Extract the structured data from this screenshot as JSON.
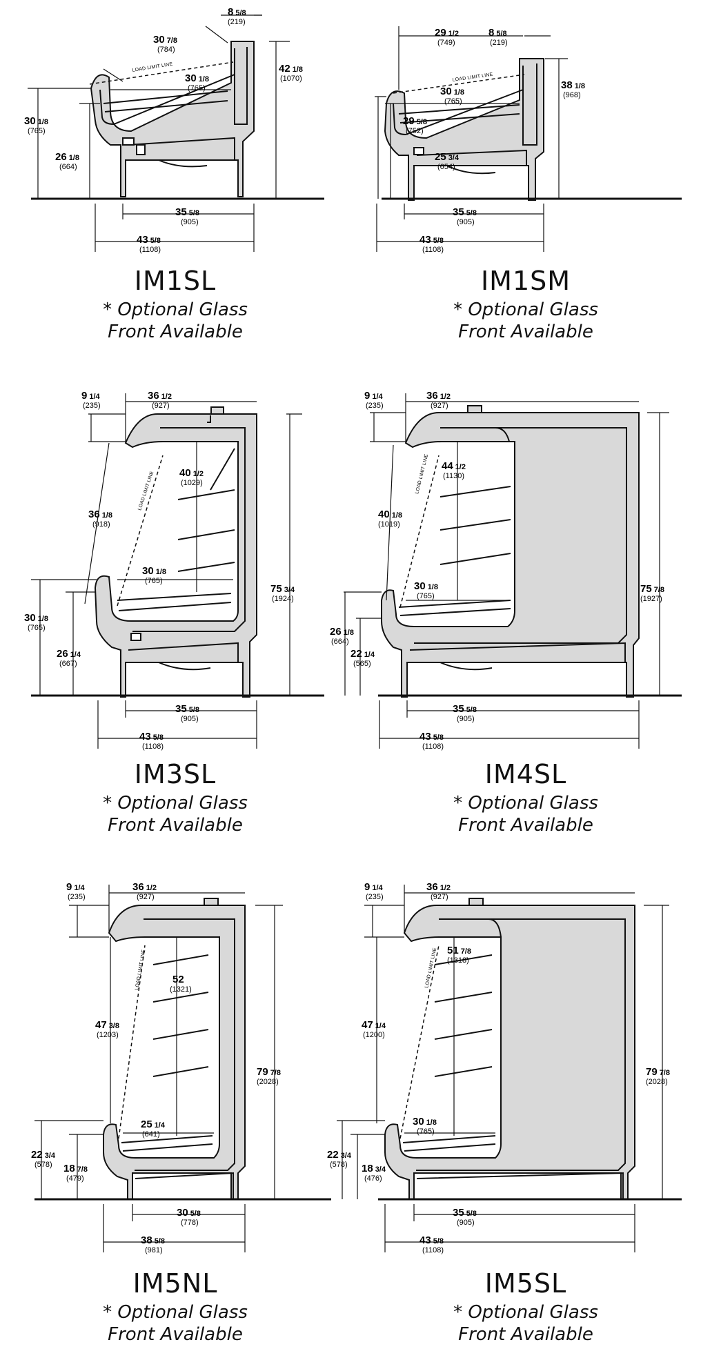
{
  "colors": {
    "case_fill": "#d9d9d9",
    "line": "#111111",
    "background": "#ffffff"
  },
  "panels": [
    {
      "model": "IM1SL",
      "note_line1": "* Optional Glass",
      "note_line2": "Front Available",
      "load_limit": "LOAD LIMIT LINE",
      "dims": [
        {
          "whole": "8",
          "frac": "5/8",
          "mm": "(219)"
        },
        {
          "whole": "30",
          "frac": "7/8",
          "mm": "(784)"
        },
        {
          "whole": "42",
          "frac": "1/8",
          "mm": "(1070)"
        },
        {
          "whole": "30",
          "frac": "1/8",
          "mm": "(765)"
        },
        {
          "whole": "30",
          "frac": "1/8",
          "mm": "(765)"
        },
        {
          "whole": "26",
          "frac": "1/8",
          "mm": "(664)"
        },
        {
          "whole": "35",
          "frac": "5/8",
          "mm": "(905)"
        },
        {
          "whole": "43",
          "frac": "5/8",
          "mm": "(1108)"
        }
      ]
    },
    {
      "model": "IM1SM",
      "note_line1": "* Optional Glass",
      "note_line2": "Front Available",
      "load_limit": "LOAD LIMIT LINE",
      "dims": [
        {
          "whole": "29",
          "frac": "1/2",
          "mm": "(749)"
        },
        {
          "whole": "8",
          "frac": "5/8",
          "mm": "(219)"
        },
        {
          "whole": "38",
          "frac": "1/8",
          "mm": "(968)"
        },
        {
          "whole": "30",
          "frac": "1/8",
          "mm": "(765)"
        },
        {
          "whole": "29",
          "frac": "5/8",
          "mm": "(752)"
        },
        {
          "whole": "25",
          "frac": "3/4",
          "mm": "(654)"
        },
        {
          "whole": "35",
          "frac": "5/8",
          "mm": "(905)"
        },
        {
          "whole": "43",
          "frac": "5/8",
          "mm": "(1108)"
        }
      ]
    },
    {
      "model": "IM3SL",
      "note_line1": "* Optional Glass",
      "note_line2": "Front Available",
      "load_limit": "LOAD LIMIT LINE",
      "dims": [
        {
          "whole": "9",
          "frac": "1/4",
          "mm": "(235)"
        },
        {
          "whole": "36",
          "frac": "1/2",
          "mm": "(927)"
        },
        {
          "whole": "40",
          "frac": "1/2",
          "mm": "(1029)"
        },
        {
          "whole": "36",
          "frac": "1/8",
          "mm": "(918)"
        },
        {
          "whole": "75",
          "frac": "3/4",
          "mm": "(1924)"
        },
        {
          "whole": "30",
          "frac": "1/8",
          "mm": "(765)"
        },
        {
          "whole": "30",
          "frac": "1/8",
          "mm": "(765)"
        },
        {
          "whole": "26",
          "frac": "1/4",
          "mm": "(667)"
        },
        {
          "whole": "35",
          "frac": "5/8",
          "mm": "(905)"
        },
        {
          "whole": "43",
          "frac": "5/8",
          "mm": "(1108)"
        }
      ]
    },
    {
      "model": "IM4SL",
      "note_line1": "* Optional Glass",
      "note_line2": "Front Available",
      "load_limit": "LOAD LIMIT LINE",
      "dims": [
        {
          "whole": "9",
          "frac": "1/4",
          "mm": "(235)"
        },
        {
          "whole": "36",
          "frac": "1/2",
          "mm": "(927)"
        },
        {
          "whole": "44",
          "frac": "1/2",
          "mm": "(1130)"
        },
        {
          "whole": "40",
          "frac": "1/8",
          "mm": "(1019)"
        },
        {
          "whole": "75",
          "frac": "7/8",
          "mm": "(1927)"
        },
        {
          "whole": "30",
          "frac": "1/8",
          "mm": "(765)"
        },
        {
          "whole": "26",
          "frac": "1/8",
          "mm": "(664)"
        },
        {
          "whole": "22",
          "frac": "1/4",
          "mm": "(565)"
        },
        {
          "whole": "35",
          "frac": "5/8",
          "mm": "(905)"
        },
        {
          "whole": "43",
          "frac": "5/8",
          "mm": "(1108)"
        }
      ]
    },
    {
      "model": "IM5NL",
      "note_line1": "* Optional Glass",
      "note_line2": "Front Available",
      "load_limit": "LOAD LIMIT LINE",
      "dims": [
        {
          "whole": "9",
          "frac": "1/4",
          "mm": "(235)"
        },
        {
          "whole": "36",
          "frac": "1/2",
          "mm": "(927)"
        },
        {
          "whole": "52",
          "frac": "",
          "mm": "(1321)"
        },
        {
          "whole": "47",
          "frac": "3/8",
          "mm": "(1203)"
        },
        {
          "whole": "79",
          "frac": "7/8",
          "mm": "(2028)"
        },
        {
          "whole": "25",
          "frac": "1/4",
          "mm": "(641)"
        },
        {
          "whole": "22",
          "frac": "3/4",
          "mm": "(578)"
        },
        {
          "whole": "18",
          "frac": "7/8",
          "mm": "(479)"
        },
        {
          "whole": "30",
          "frac": "5/8",
          "mm": "(778)"
        },
        {
          "whole": "38",
          "frac": "5/8",
          "mm": "(981)"
        }
      ]
    },
    {
      "model": "IM5SL",
      "note_line1": "* Optional Glass",
      "note_line2": "Front Available",
      "load_limit": "LOAD LIMIT LINE",
      "dims": [
        {
          "whole": "9",
          "frac": "1/4",
          "mm": "(235)"
        },
        {
          "whole": "36",
          "frac": "1/2",
          "mm": "(927)"
        },
        {
          "whole": "51",
          "frac": "7/8",
          "mm": "(1318)"
        },
        {
          "whole": "47",
          "frac": "1/4",
          "mm": "(1200)"
        },
        {
          "whole": "79",
          "frac": "7/8",
          "mm": "(2028)"
        },
        {
          "whole": "30",
          "frac": "1/8",
          "mm": "(765)"
        },
        {
          "whole": "22",
          "frac": "3/4",
          "mm": "(578)"
        },
        {
          "whole": "18",
          "frac": "3/4",
          "mm": "(476)"
        },
        {
          "whole": "35",
          "frac": "5/8",
          "mm": "(905)"
        },
        {
          "whole": "43",
          "frac": "5/8",
          "mm": "(1108)"
        }
      ]
    }
  ]
}
